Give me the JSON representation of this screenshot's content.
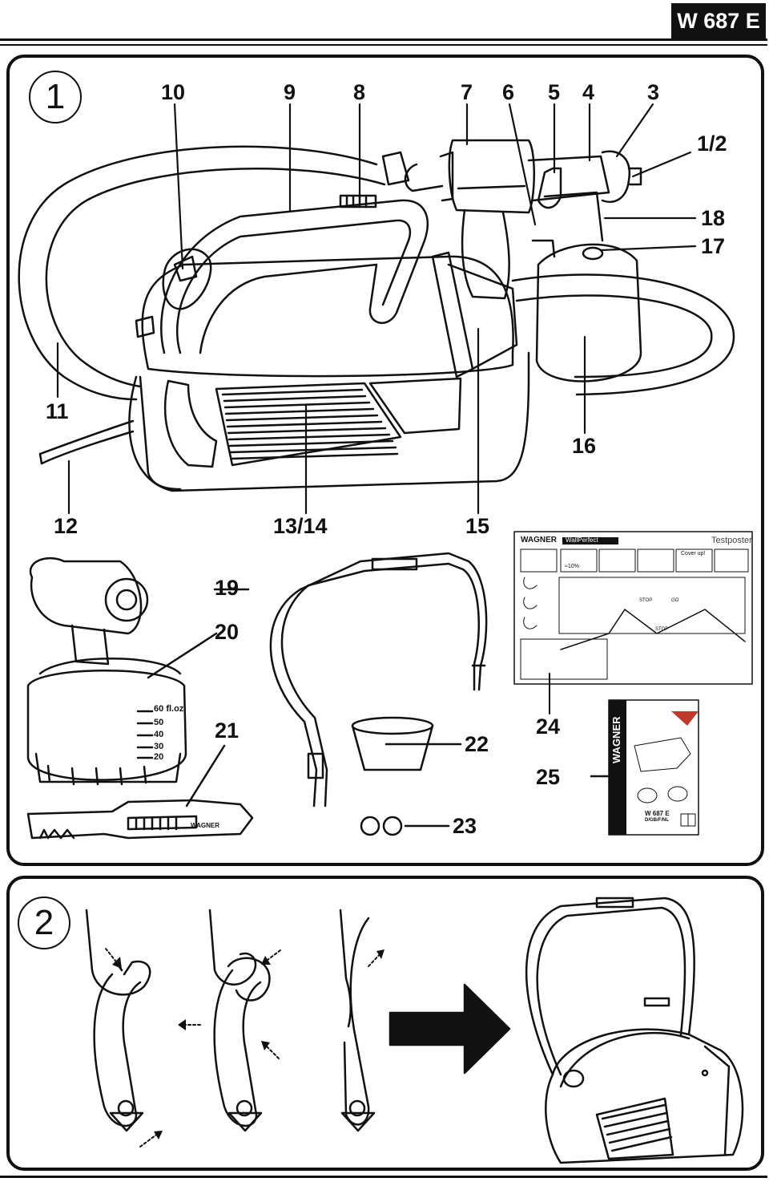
{
  "header": {
    "model": "W 687 E"
  },
  "section1": {
    "number": "1"
  },
  "section2": {
    "number": "2"
  },
  "callouts": {
    "c10": "10",
    "c9": "9",
    "c8": "8",
    "c7": "7",
    "c6": "6",
    "c5": "5",
    "c4": "4",
    "c3": "3",
    "c1_2": "1/2",
    "c18": "18",
    "c17": "17",
    "c11": "11",
    "c16": "16",
    "c12": "12",
    "c13_14": "13/14",
    "c15": "15",
    "c19": "19",
    "c20": "20",
    "c21": "21",
    "c22": "22",
    "c23": "23",
    "c24": "24",
    "c25": "25"
  },
  "container_scale": {
    "s60": "60",
    "s50": "50",
    "s40": "40",
    "s30": "30",
    "s20": "20",
    "unit": "fl.oz"
  },
  "poster": {
    "brand": "WAGNER",
    "product": "WallPerfect",
    "title": "Testposter",
    "cover": "Cover up!",
    "stop1": "STOP",
    "stop2": "STOP",
    "go": "GO",
    "pct": "≈10%"
  },
  "manual": {
    "brand": "WAGNER",
    "model": "W 687 E",
    "languages": "D/GB/F/NL"
  },
  "tool": {
    "brand": "WAGNER"
  }
}
